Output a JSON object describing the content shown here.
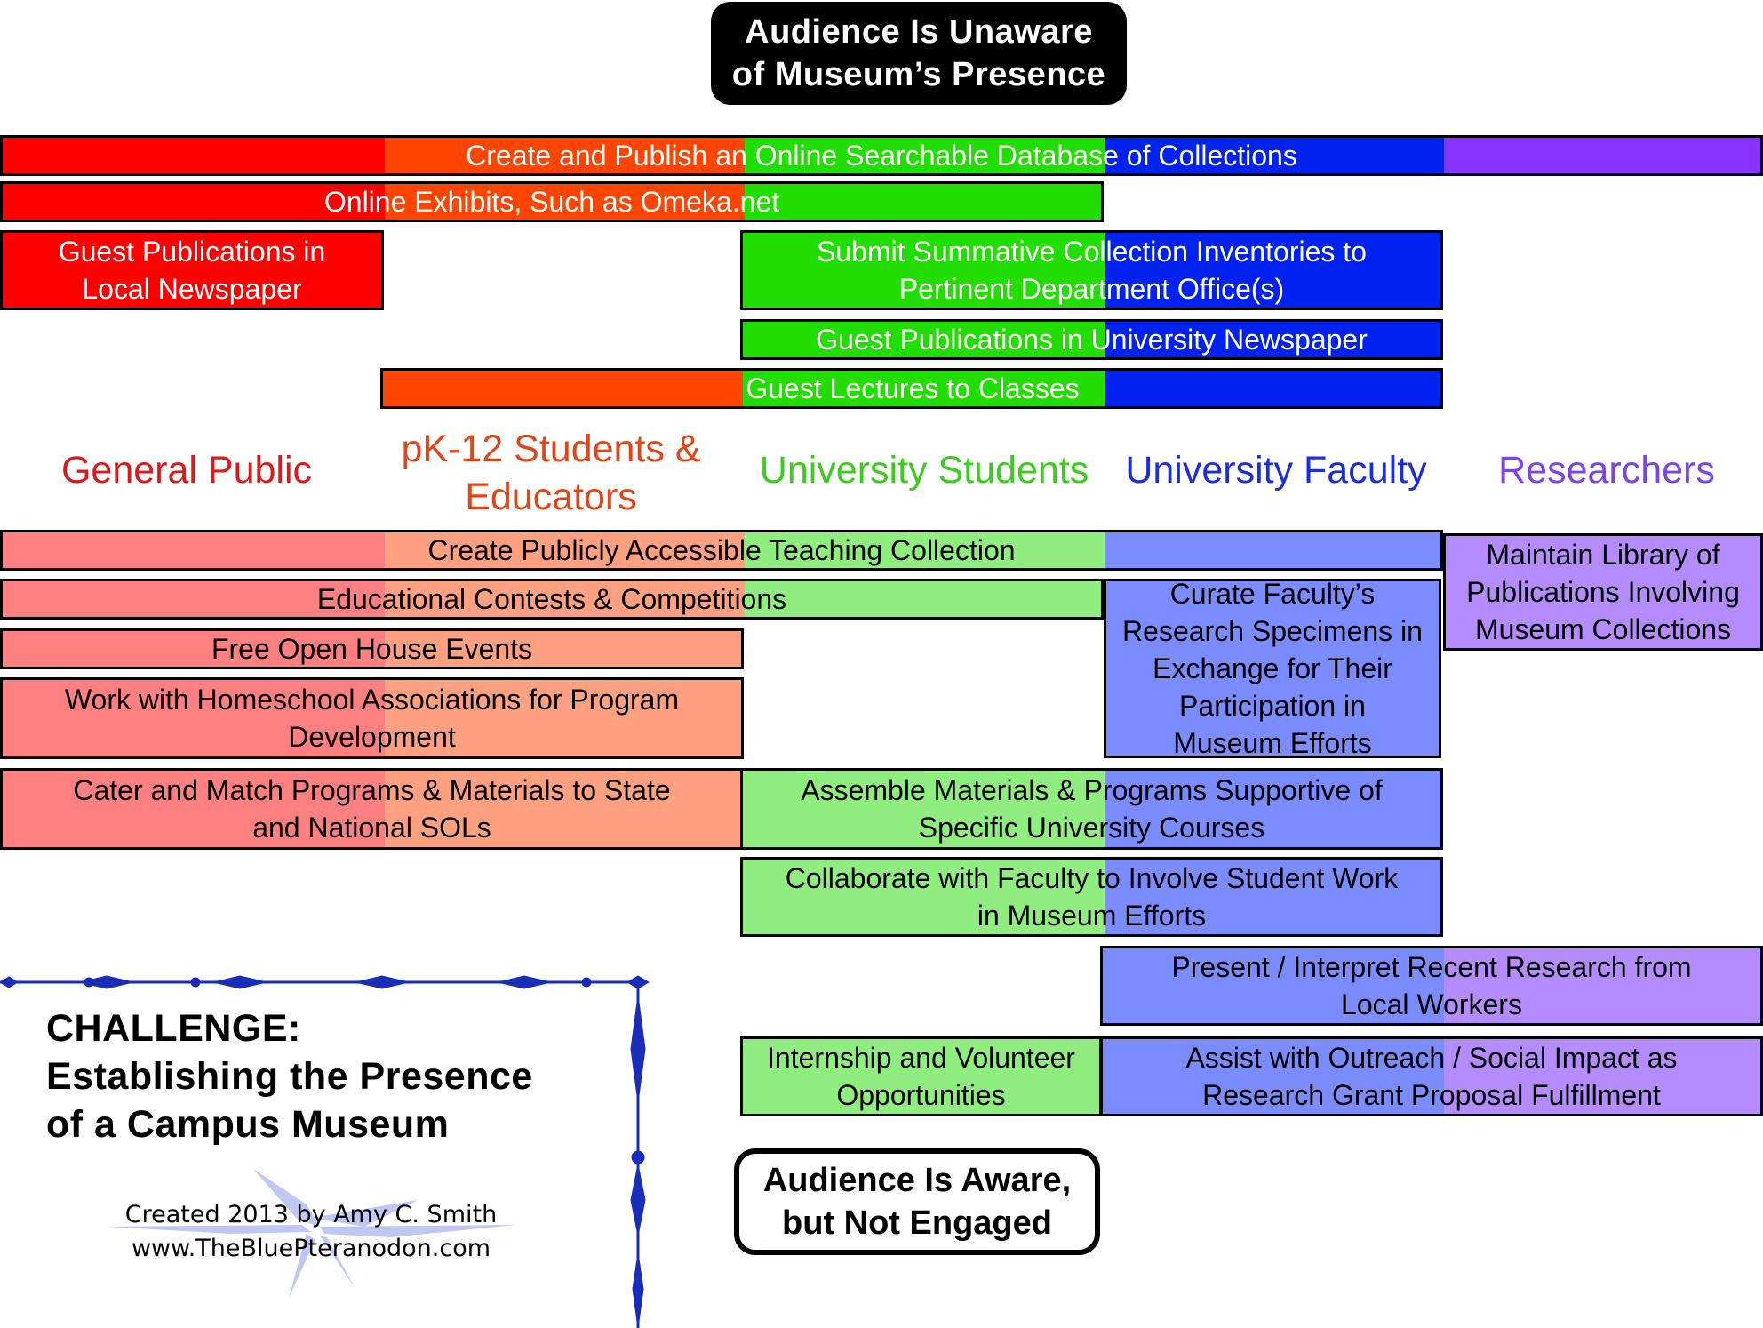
{
  "header": {
    "line1": "Audience Is Unaware",
    "line2": "of Museum’s Presence"
  },
  "footer": {
    "line1": "Audience Is Aware,",
    "line2": "but Not Engaged"
  },
  "colors": {
    "general_public": "#ff0000",
    "pk12": "#ff4500",
    "university_students": "#22dd00",
    "university_faculty": "#0022ee",
    "researchers": "#8833ff",
    "general_public_light": "#ff8080",
    "pk12_light": "#ffa080",
    "university_students_light": "#90ee80",
    "university_faculty_light": "#7a8cff",
    "researchers_light": "#b58cff"
  },
  "audiences": {
    "general_public": "General Public",
    "pk12_line1": "pK-12 Students &",
    "pk12_line2": "Educators",
    "university_students": "University Students",
    "university_faculty": "University Faculty",
    "researchers": "Researchers"
  },
  "upper_bars": {
    "database": "Create and Publish an Online Searchable Database of Collections",
    "online_exhibits": "Online Exhibits, Such as Omeka.net",
    "local_newspaper_1": "Guest Publications in",
    "local_newspaper_2": "Local Newspaper",
    "inventories_1": "Submit Summative Collection Inventories to",
    "inventories_2": "Pertinent Department Office(s)",
    "university_newspaper": "Guest Publications in University Newspaper",
    "guest_lectures": "Guest Lectures to Classes"
  },
  "lower_bars": {
    "teaching_collection": "Create Publicly Accessible Teaching Collection",
    "library_1": "Maintain Library of",
    "library_2": "Publications Involving",
    "library_3": "Museum Collections",
    "contests": "Educational Contests & Competitions",
    "curate_1": "Curate Faculty’s",
    "curate_2": "Research Specimens in",
    "curate_3": "Exchange for Their",
    "curate_4": "Participation in",
    "curate_5": "Museum Efforts",
    "open_house": "Free Open House Events",
    "homeschool_1": "Work with Homeschool Associations for Program",
    "homeschool_2": "Development",
    "sols_1": "Cater and Match Programs & Materials to State",
    "sols_2": "and National SOLs",
    "courses_1": "Assemble Materials & Programs Supportive of",
    "courses_2": "Specific University Courses",
    "student_work_1": "Collaborate with Faculty to Involve Student Work",
    "student_work_2": "in Museum Efforts",
    "research_1": "Present / Interpret Recent Research from",
    "research_2": "Local Workers",
    "internship_1": "Internship and Volunteer",
    "internship_2": "Opportunities",
    "outreach_1": "Assist with Outreach / Social Impact as",
    "outreach_2": "Research Grant Proposal Fulfillment"
  },
  "challenge": {
    "line1": "CHALLENGE:",
    "line2": "Establishing the Presence",
    "line3": "of a Campus Museum"
  },
  "credit": {
    "line1": "Created 2013 by Amy C. Smith",
    "line2": "www.TheBluePteranodon.com"
  }
}
